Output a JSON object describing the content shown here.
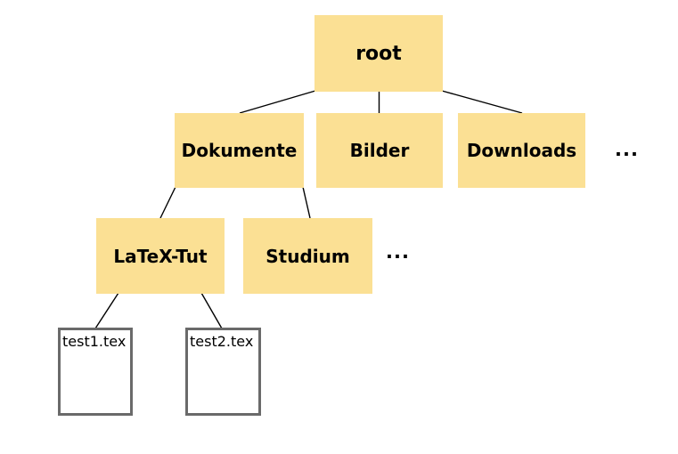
{
  "diagram": {
    "type": "file-system-tree",
    "nodes": {
      "root": {
        "label": "root",
        "kind": "folder"
      },
      "dokumente": {
        "label": "Dokumente",
        "kind": "folder"
      },
      "bilder": {
        "label": "Bilder",
        "kind": "folder"
      },
      "downloads": {
        "label": "Downloads",
        "kind": "folder"
      },
      "latex_tut": {
        "label": "LaTeX-Tut",
        "kind": "folder"
      },
      "studium": {
        "label": "Studium",
        "kind": "folder"
      },
      "test1": {
        "label": "test1.tex",
        "kind": "file"
      },
      "test2": {
        "label": "test2.tex",
        "kind": "file"
      }
    },
    "ellipsis": {
      "after_downloads": "...",
      "after_studium": "..."
    },
    "edges": [
      {
        "from": "root",
        "to": "dokumente"
      },
      {
        "from": "root",
        "to": "bilder"
      },
      {
        "from": "root",
        "to": "downloads"
      },
      {
        "from": "dokumente",
        "to": "latex_tut"
      },
      {
        "from": "dokumente",
        "to": "studium"
      },
      {
        "from": "latex_tut",
        "to": "test1"
      },
      {
        "from": "latex_tut",
        "to": "test2"
      }
    ],
    "colors": {
      "folder_fill": "#fbe094",
      "file_fill": "#ffffff",
      "file_border": "#6a6a6a",
      "edge": "#000000",
      "text": "#000000",
      "background": "#ffffff"
    }
  }
}
